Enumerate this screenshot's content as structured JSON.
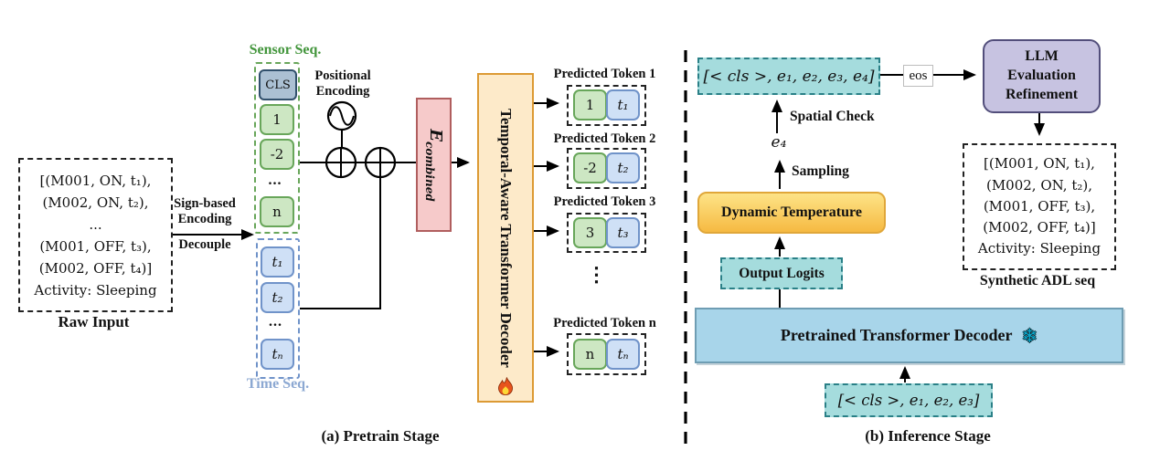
{
  "pretrain": {
    "caption": "(a) Pretrain Stage",
    "raw_input": {
      "lines": [
        "[(M001, ON, t₁),",
        "(M002, ON, t₂),",
        "...",
        "(M001, OFF, t₃),",
        "(M002, OFF, t₄)]",
        "Activity: Sleeping"
      ],
      "label": "Raw Input"
    },
    "sign_encoding": {
      "line1": "Sign-based",
      "line2": "Encoding",
      "line3": "Decouple"
    },
    "sensor_seq": {
      "label": "Sensor Seq.",
      "tokens": [
        "CLS",
        "1",
        "-2",
        "...",
        "n"
      ]
    },
    "time_seq": {
      "label": "Time Seq.",
      "tokens": [
        "t₁",
        "t₂",
        "...",
        "tₙ"
      ]
    },
    "positional_encoding": {
      "line1": "Positional",
      "line2": "Encoding"
    },
    "e_combined": {
      "base": "E",
      "subscript": "combined"
    },
    "decoder": {
      "label": "Temporal-Aware Transformer Decoder"
    },
    "predicted_tokens": [
      {
        "label": "Predicted Token 1",
        "sensor": "1",
        "time": "t₁"
      },
      {
        "label": "Predicted Token 2",
        "sensor": "-2",
        "time": "t₂"
      },
      {
        "label": "Predicted Token 3",
        "sensor": "3",
        "time": "t₃"
      },
      {
        "label": "Predicted Token n",
        "sensor": "n",
        "time": "tₙ"
      }
    ],
    "dots_vertical": "⋮"
  },
  "inference": {
    "caption": "(b) Inference Stage",
    "generated_seq": "[< cls >, e₁, e₂, e₃, e₄]",
    "eos": "eos",
    "llm_box": {
      "line1": "LLM",
      "line2": "Evaluation",
      "line3": "Refinement"
    },
    "spatial_check": "Spatial Check",
    "e4": "e₄",
    "sampling": "Sampling",
    "dynamic_temperature": "Dynamic Temperature",
    "output_logits": "Output Logits",
    "pretrained_decoder": {
      "label": "Pretrained Transformer Decoder",
      "snowflake": "❄"
    },
    "input_seq": "[< cls >, e₁, e₂, e₃]",
    "synthetic": {
      "lines": [
        "[(M001, ON, t₁),",
        "(M002, ON, t₂),",
        "(M001, OFF, t₃),",
        "(M002, OFF, t₄)]",
        "Activity: Sleeping"
      ],
      "label": "Synthetic ADL seq"
    }
  },
  "colors": {
    "green-label": "#42953b",
    "tok-green-bg": "#cde7c3",
    "tok-green-bd": "#68a65a",
    "cls-bg": "#abc0d3",
    "cls-bd": "#31506c",
    "tok-blue-bg": "#cfe0f6",
    "tok-blue-bd": "#7093c9",
    "time-label": "#8ca8d2",
    "pink-bg": "#f6caca",
    "pink-bd": "#b05e5e",
    "orange-bg": "#fdeac9",
    "orange-bd": "#dc9a34",
    "teal-bg": "#a5dcdd",
    "teal-bd": "#2a8087",
    "gold-top": "#fde387",
    "gold-bottom": "#f6ba42",
    "gold-bd": "#e0a73a",
    "purple-bg": "#c7c3e1",
    "purple-bd": "#524e7b",
    "blue-bg": "#a8d5ea",
    "blue-bd": "#6f9db3"
  }
}
